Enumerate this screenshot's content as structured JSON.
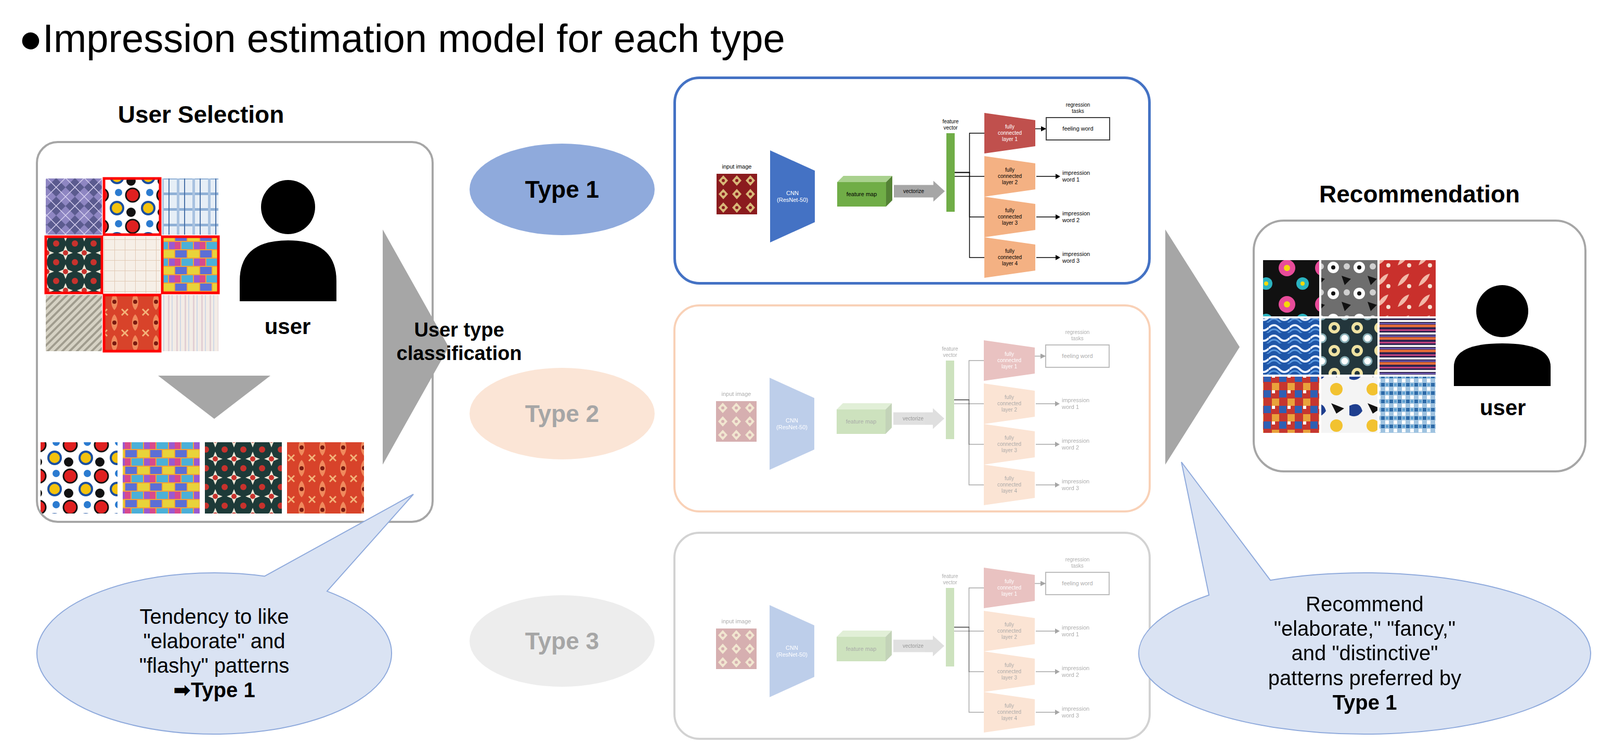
{
  "diagram": {
    "title": "●Impression estimation model for each type",
    "nodes": [
      {
        "text": [
          "User Selection",
          "user"
        ]
      },
      {
        "text": [
          "Type 1"
        ]
      },
      {},
      {
        "text": [
          "input image"
        ],
        "in": 2
      },
      {
        "text": [
          "CNN (ResNet-50)"
        ],
        "in": 2
      },
      {
        "text": [
          "feature map"
        ],
        "in": 2
      },
      {
        "text": [
          "feature vector"
        ],
        "in": 2
      },
      {
        "text": [
          "fully connected layer 1"
        ],
        "in": 2
      },
      {
        "text": [
          "feeling word"
        ],
        "in": 2
      },
      {
        "text": [
          "fully connected layer 2"
        ],
        "in": 2
      },
      {
        "text": [
          "fully connected layer 3"
        ],
        "in": 2
      },
      {
        "text": [
          "fully connected layer 4"
        ],
        "in": 2
      },
      {
        "text": [
          "Recommendation",
          "user"
        ]
      },
      {
        "text": [
          "Type 2"
        ]
      },
      {},
      {
        "text": [
          "input image"
        ],
        "in": 14
      },
      {
        "text": [
          "CNN (ResNet-50)"
        ],
        "in": 14
      },
      {
        "text": [
          "feature map"
        ],
        "in": 14
      },
      {
        "text": [
          "feature vector"
        ],
        "in": 14
      },
      {
        "text": [
          "fully connected layer 1"
        ],
        "in": 14
      },
      {
        "text": [
          "feeling word"
        ],
        "in": 14
      },
      {
        "text": [
          "fully connected layer 2"
        ],
        "in": 14
      },
      {
        "text": [
          "fully connected layer 3"
        ],
        "in": 14
      },
      {
        "text": [
          "fully connected layer 4"
        ],
        "in": 14
      },
      {
        "text": [
          "Type 3"
        ]
      },
      {},
      {
        "text": [
          "input image"
        ],
        "in": 25
      },
      {
        "text": [
          "CNN (ResNet-50)"
        ],
        "in": 25
      },
      {
        "text": [
          "feature map"
        ],
        "in": 25
      },
      {
        "text": [
          "feature vector"
        ],
        "in": 25
      },
      {
        "text": [
          "fully connected layer 1"
        ],
        "in": 25
      },
      {
        "text": [
          "feeling word"
        ],
        "in": 25
      },
      {
        "text": [
          "fully connected layer 2"
        ],
        "in": 25
      },
      {
        "text": [
          "fully connected layer 3"
        ],
        "in": 25
      },
      {
        "text": [
          "fully connected layer 4"
        ],
        "in": 25
      },
      {
        "text": [
          "Tendency to like \"elaborate\" and \"flashy\" patterns",
          "➡Type 1"
        ]
      },
      {
        "text": [
          "Recommend \"elaborate,\" \"fancy,\" and \"distinctive\" patterns preferred by",
          "Type 1"
        ]
      }
    ],
    "edges": [
      {
        "from": 5,
        "to": 6,
        "arrow": "to",
        "label": "vectorize"
      },
      {
        "from": 6,
        "to": 7,
        "arrow": "none"
      },
      {
        "from": 6,
        "to": 9,
        "arrow": "none"
      },
      {
        "from": 6,
        "to": 10,
        "arrow": "none"
      },
      {
        "from": 6,
        "to": 11,
        "arrow": "none"
      },
      {
        "from": 7,
        "to": 8,
        "arrow": "to"
      },
      {
        "from": 17,
        "to": 18,
        "arrow": "to",
        "label": "vectorize"
      },
      {
        "from": 18,
        "to": 19,
        "arrow": "none"
      },
      {
        "from": 18,
        "to": 21,
        "arrow": "none"
      },
      {
        "from": 18,
        "to": 22,
        "arrow": "none"
      },
      {
        "from": 18,
        "to": 23,
        "arrow": "none"
      },
      {
        "from": 19,
        "to": 20,
        "arrow": "to"
      },
      {
        "from": 28,
        "to": 29,
        "arrow": "to",
        "label": "vectorize"
      },
      {
        "from": 29,
        "to": 30,
        "arrow": "none"
      },
      {
        "from": 29,
        "to": 32,
        "arrow": "none"
      },
      {
        "from": 29,
        "to": 33,
        "arrow": "none"
      },
      {
        "from": 29,
        "to": 34,
        "arrow": "none"
      },
      {
        "from": 30,
        "to": 31,
        "arrow": "to"
      }
    ],
    "labels": [
      "User type classification",
      "regression tasks",
      "impression word 1",
      "impression word 2",
      "impression word 3",
      "regression tasks",
      "impression word 1",
      "impression word 2",
      "impression word 3",
      "regression tasks",
      "impression word 1",
      "impression word 2",
      "impression word 3"
    ]
  }
}
